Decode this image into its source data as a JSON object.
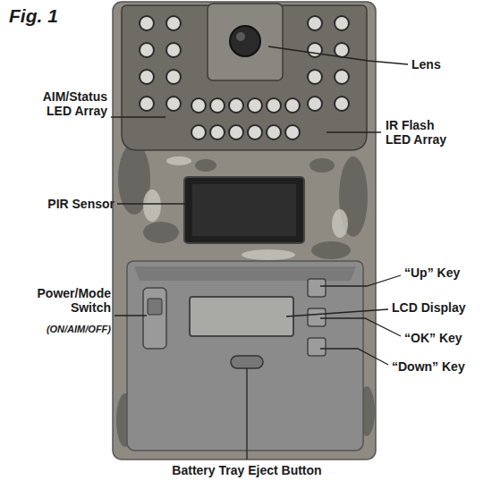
{
  "diagram": {
    "title": "Fig. 1",
    "labels": [
      "Lens",
      "AIM/Status LED Array",
      "IR Flash LED Array",
      "PIR Sensor",
      "“Up” Key",
      "LCD Display",
      "Power/Mode Switch",
      "(ON/AIM/OFF)",
      "“OK” Key",
      "“Down” Key",
      "Battery Tray Eject Button"
    ]
  }
}
